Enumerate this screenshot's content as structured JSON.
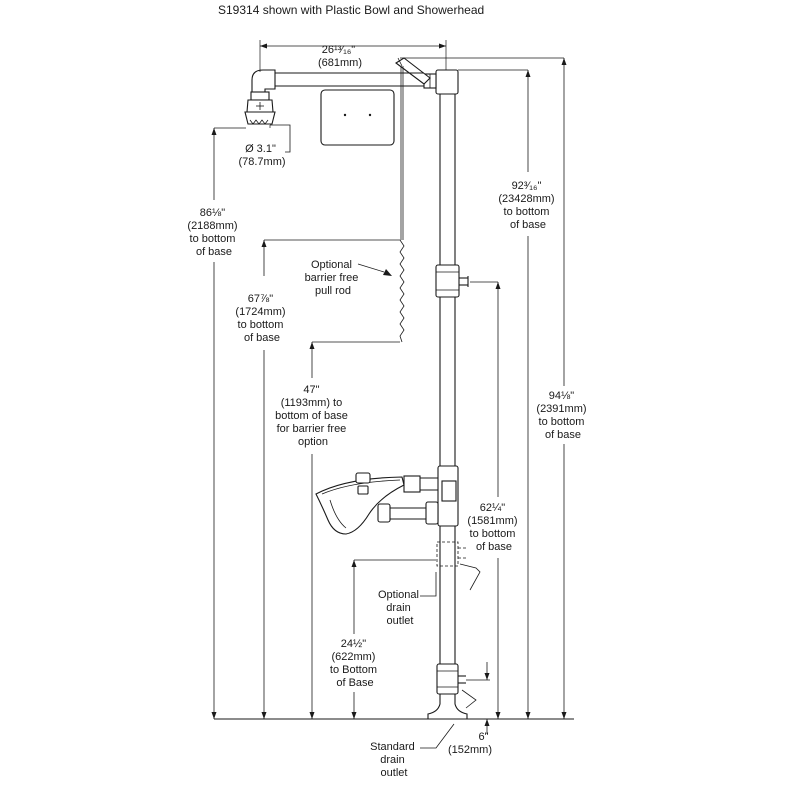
{
  "title": "S19314 shown with Plastic Bowl and Showerhead",
  "dimensions": {
    "arm_length": [
      "26¹³⁄₁₆\"",
      "(681mm)"
    ],
    "head_diameter": [
      "Ø 3.1\"",
      "(78.7mm)"
    ],
    "head_height": [
      "86⅛\"",
      "(2188mm)",
      "to bottom",
      "of base"
    ],
    "pull_rod_height": [
      "67⅞\"",
      "(1724mm)",
      "to bottom",
      "of base"
    ],
    "barrier_free_height": [
      "47\"",
      "(1193mm) to",
      "bottom of base",
      "for barrier free",
      "option"
    ],
    "valve_height": [
      "92³⁄₁₆\"",
      "(23428mm)",
      "to bottom",
      "of base"
    ],
    "overall_height": [
      "94⅛\"",
      "(2391mm)",
      "to bottom",
      "of base"
    ],
    "bowl_height": [
      "62¼\"",
      "(1581mm)",
      "to bottom",
      "of base"
    ],
    "optional_drain_height": [
      "24½\"",
      "(622mm)",
      "to Bottom",
      "of Base"
    ],
    "standard_drain_height": [
      "6\"",
      "(152mm)"
    ]
  },
  "callouts": {
    "pull_rod": [
      "Optional",
      "barrier free",
      "pull rod"
    ],
    "optional_drain": [
      "Optional",
      "drain",
      "outlet"
    ],
    "standard_drain": [
      "Standard",
      "drain",
      "outlet"
    ]
  }
}
